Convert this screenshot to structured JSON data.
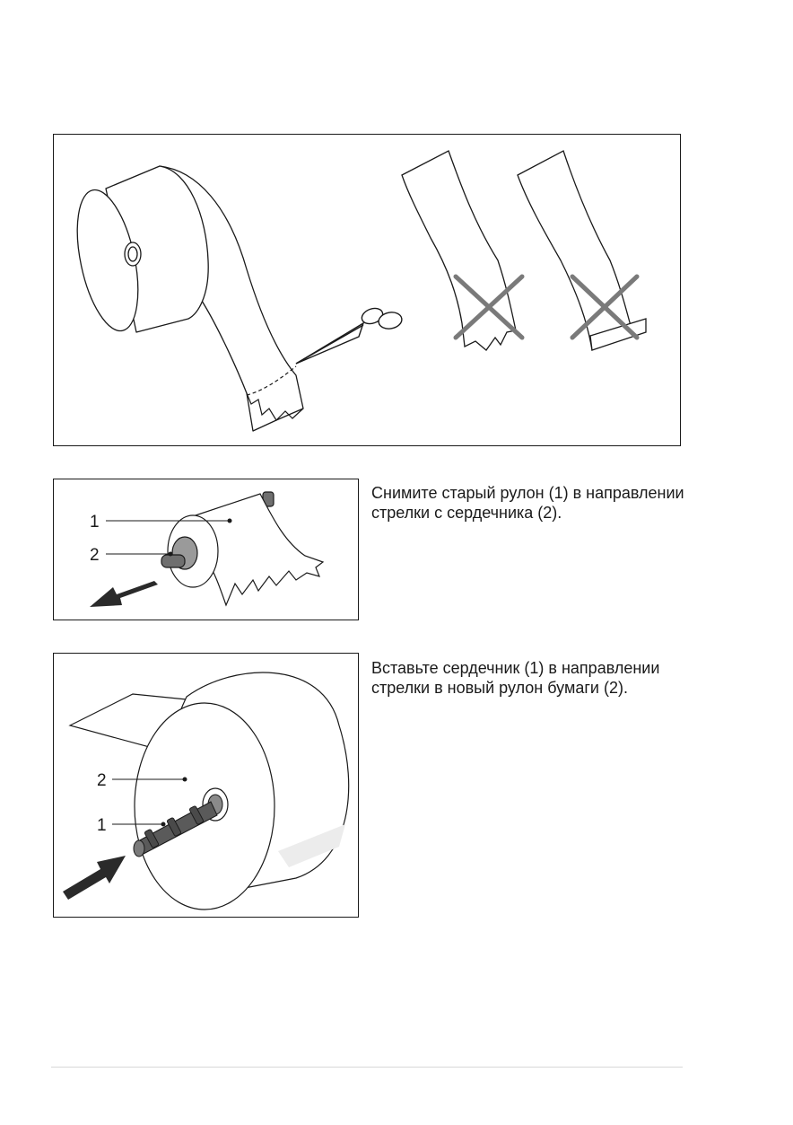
{
  "figures": {
    "cutting": {
      "illustration": "paper-roll-cut-with-scissors"
    },
    "remove_old_roll": {
      "callouts": {
        "c1": "1",
        "c2": "2"
      }
    },
    "insert_core": {
      "callouts": {
        "c1": "1",
        "c2": "2"
      }
    }
  },
  "steps": [
    {
      "text": "Снимите старый рулон (1) в направлении стрелки с сердечника (2)."
    },
    {
      "text": "Вставьте сердечник (1) в направлении стрелки в новый рулон бумаги (2)."
    }
  ]
}
